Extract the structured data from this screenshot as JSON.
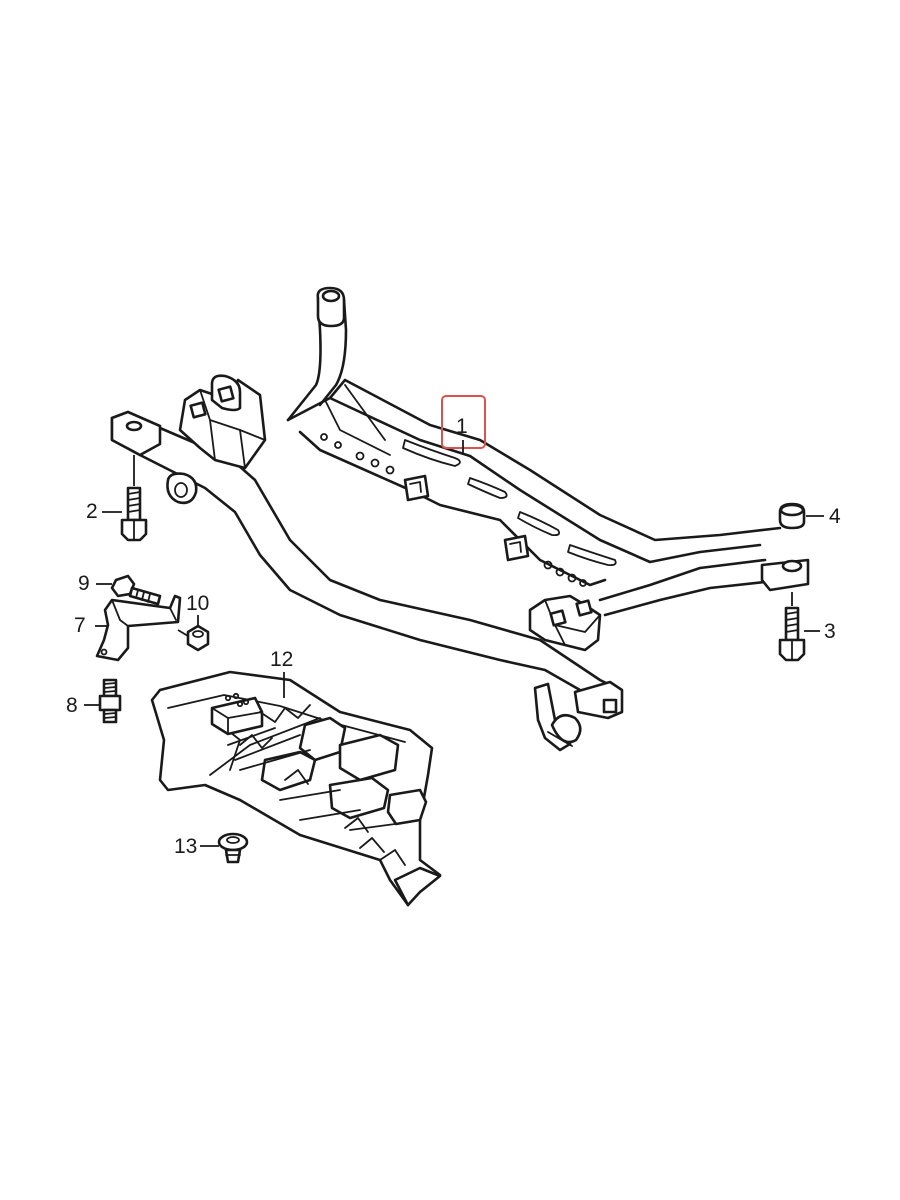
{
  "diagram": {
    "callouts": [
      {
        "id": "c1",
        "label": "1",
        "highlighted": true
      },
      {
        "id": "c2",
        "label": "2"
      },
      {
        "id": "c3",
        "label": "3"
      },
      {
        "id": "c4",
        "label": "4"
      },
      {
        "id": "c7",
        "label": "7"
      },
      {
        "id": "c8",
        "label": "8"
      },
      {
        "id": "c9",
        "label": "9"
      },
      {
        "id": "c10",
        "label": "10"
      },
      {
        "id": "c12",
        "label": "12"
      },
      {
        "id": "c13",
        "label": "13"
      }
    ],
    "highlight_color": "#d9534f",
    "line_color": "#1a1a1a",
    "background": "#ffffff"
  }
}
